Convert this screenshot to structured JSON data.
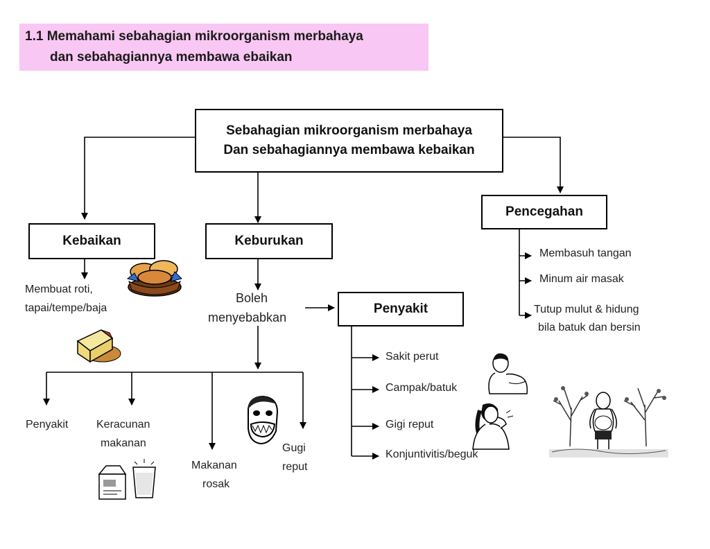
{
  "header": {
    "line1": "1.1  Memahami sebahagian mikroorganism merbahaya",
    "line2": "dan sebahagiannya membawa ebaikan"
  },
  "root": {
    "line1": "Sebahagian mikroorganism merbahaya",
    "line2": "Dan sebahagiannya membawa kebaikan"
  },
  "kebaikan": {
    "title": "Kebaikan",
    "line1": "Membuat roti,",
    "line2": "tapai/tempe/baja"
  },
  "keburukan": {
    "title": "Keburukan",
    "cause_line1": "Boleh",
    "cause_line2": "menyebabkan",
    "effects": {
      "penyakit": "Penyakit",
      "keracunan_line1": "Keracunan",
      "keracunan_line2": "makanan",
      "makanan_line1": "Makanan",
      "makanan_line2": "rosak",
      "gigi_line1": "Gugi",
      "gigi_line2": "reput"
    }
  },
  "penyakit": {
    "title": "Penyakit",
    "items": [
      "Sakit perut",
      "Campak/batuk",
      "Gigi reput",
      "Konjuntivitis/beguk"
    ]
  },
  "pencegahan": {
    "title": "Pencegahan",
    "item1": "Membasuh tangan",
    "item2": "Minum air masak",
    "item3_line1": "Tutup mulut & hidung",
    "item3_line2": "bila batuk dan bersin"
  },
  "colors": {
    "title_band": "#f9c7f3",
    "line": "#000000"
  },
  "icons": [
    "bread-basket-icon",
    "cheese-icon",
    "milk-carton-icon",
    "glass-icon",
    "decayed-teeth-face-icon",
    "sick-man-icon",
    "coughing-woman-icon",
    "sick-boy-trees-icon"
  ]
}
